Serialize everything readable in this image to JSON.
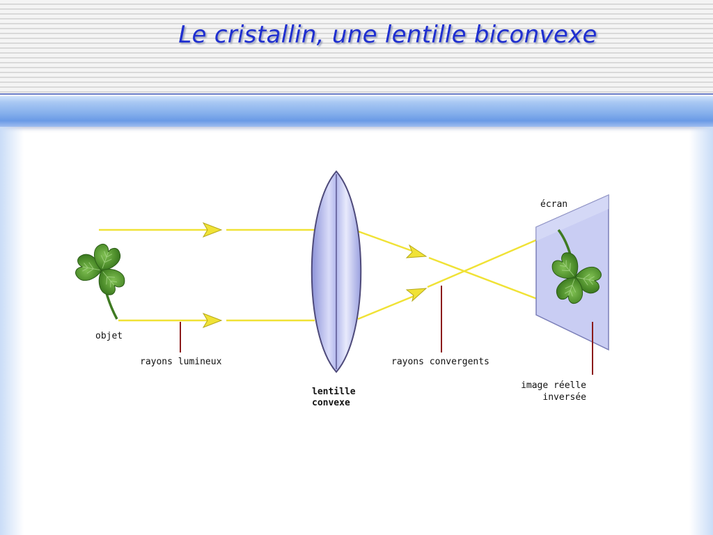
{
  "slide": {
    "title": "Le cristallin, une lentille biconvexe"
  },
  "diagram": {
    "labels": {
      "object": "objet",
      "light_rays": "rayons lumineux",
      "lens_line1": "lentille",
      "lens_line2": "convexe",
      "converging_rays": "rayons convergents",
      "screen": "écran",
      "image_line1": "image réelle",
      "image_line2": "inversée"
    },
    "colors": {
      "rays": "#f0e236",
      "ray_outline": "#b5a81a",
      "leader_lines": "#8b1a1a",
      "lens": "#b8bcf0",
      "screen": "#c9cdf3",
      "clover": "#4f8f2c"
    }
  }
}
